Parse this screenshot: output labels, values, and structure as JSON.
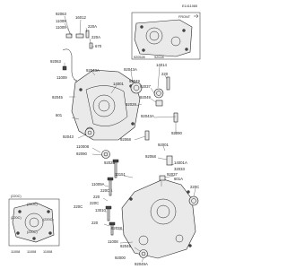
{
  "figure_code": "E1411065",
  "front_label": "FRONT",
  "callouts": [
    {
      "id": "c1",
      "text": "92063"
    },
    {
      "id": "c2",
      "text": "11009"
    },
    {
      "id": "c3",
      "text": "16012"
    },
    {
      "id": "c4",
      "text": "11009"
    },
    {
      "id": "c5",
      "text": "220A"
    },
    {
      "id": "c6",
      "text": "220A"
    },
    {
      "id": "c7",
      "text": "92063"
    },
    {
      "id": "c8",
      "text": "670"
    },
    {
      "id": "c9",
      "text": "11009"
    },
    {
      "id": "c10",
      "text": "92043A"
    },
    {
      "id": "c11",
      "text": "14001"
    },
    {
      "id": "c12",
      "text": "92049"
    },
    {
      "id": "c13",
      "text": "92045"
    },
    {
      "id": "c14",
      "text": "601"
    },
    {
      "id": "c15",
      "text": "92043"
    },
    {
      "id": "c16",
      "text": "110008"
    },
    {
      "id": "c17",
      "text": "92090"
    },
    {
      "id": "c18",
      "text": "92043A"
    },
    {
      "id": "c19",
      "text": "14014"
    },
    {
      "id": "c20",
      "text": "220"
    },
    {
      "id": "c21",
      "text": "92037"
    },
    {
      "id": "c22",
      "text": "92049"
    },
    {
      "id": "c23",
      "text": "92028"
    },
    {
      "id": "c24",
      "text": "92043A"
    },
    {
      "id": "c25",
      "text": "92068"
    },
    {
      "id": "c26",
      "text": "920528"
    },
    {
      "id": "c27",
      "text": "92028"
    },
    {
      "id": "c28",
      "text": "92001"
    },
    {
      "id": "c29",
      "text": "92090"
    },
    {
      "id": "c30",
      "text": "92068"
    },
    {
      "id": "c31",
      "text": "14001A"
    },
    {
      "id": "c32",
      "text": "92037"
    },
    {
      "id": "c33",
      "text": "32033"
    },
    {
      "id": "c34",
      "text": "601A"
    },
    {
      "id": "c35",
      "text": "220C"
    },
    {
      "id": "c36",
      "text": "92028"
    },
    {
      "id": "c37",
      "text": "13151"
    },
    {
      "id": "c38",
      "text": "11009A"
    },
    {
      "id": "c39",
      "text": "220C"
    },
    {
      "id": "c40",
      "text": "220C"
    },
    {
      "id": "c41",
      "text": "220C"
    },
    {
      "id": "c42",
      "text": "220"
    },
    {
      "id": "c43",
      "text": "13010"
    },
    {
      "id": "c44",
      "text": "220"
    },
    {
      "id": "c45",
      "text": "92028"
    },
    {
      "id": "c46",
      "text": "92049"
    },
    {
      "id": "c47",
      "text": "92049A"
    },
    {
      "id": "c48",
      "text": "92000"
    },
    {
      "id": "c49",
      "text": "11008"
    },
    {
      "id": "c50",
      "text": "11008"
    },
    {
      "id": "c51",
      "text": "11008"
    },
    {
      "id": "c52",
      "text": "(220C)"
    },
    {
      "id": "c53",
      "text": "(220C)"
    },
    {
      "id": "c54",
      "text": "(220C)"
    },
    {
      "id": "c55",
      "text": "(220C)"
    },
    {
      "id": "c56",
      "text": "(220C)"
    }
  ]
}
